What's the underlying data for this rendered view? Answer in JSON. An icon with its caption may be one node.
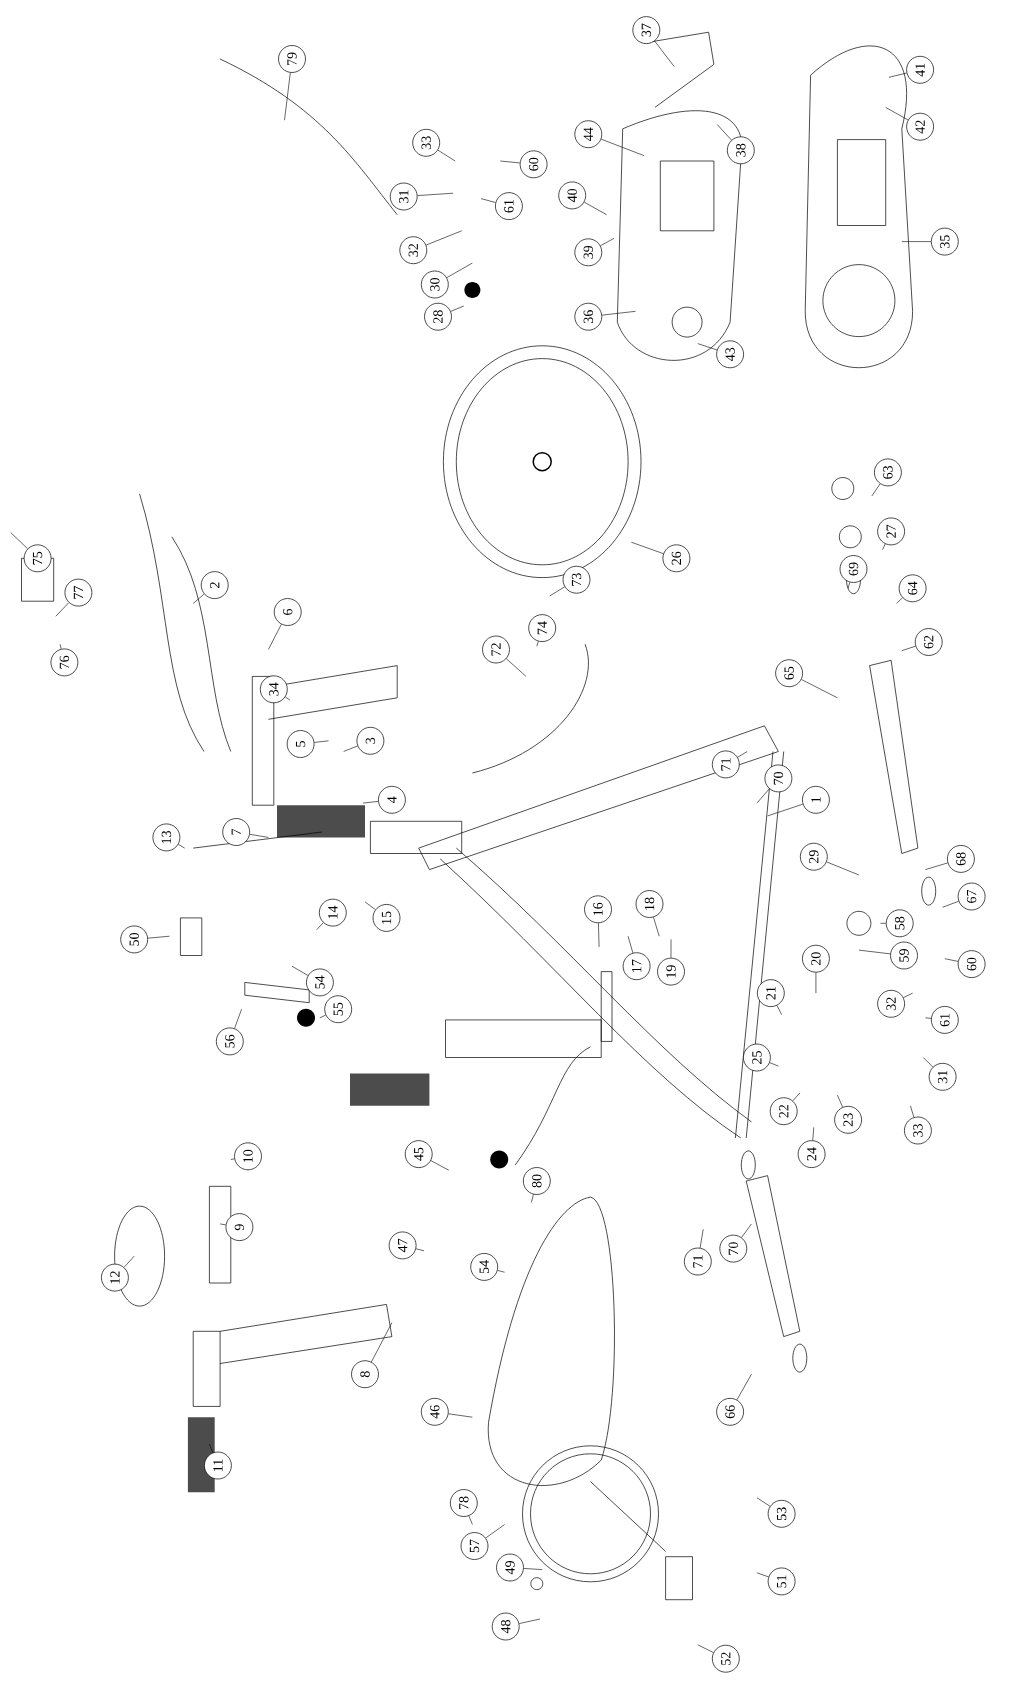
{
  "diagram": {
    "nodes": [
      {
        "text": [
          "37"
        ]
      },
      {
        "text": [
          "44"
        ]
      },
      {
        "text": [
          "38"
        ]
      },
      {
        "text": [
          "41"
        ]
      },
      {
        "text": [
          "42"
        ]
      },
      {
        "text": [
          "40"
        ]
      },
      {
        "text": [
          "39"
        ]
      },
      {
        "text": [
          "35"
        ]
      },
      {
        "text": [
          "36"
        ]
      },
      {
        "text": [
          "43"
        ]
      },
      {
        "text": [
          "33"
        ]
      },
      {
        "text": [
          "60"
        ]
      },
      {
        "text": [
          "31"
        ]
      },
      {
        "text": [
          "61"
        ]
      },
      {
        "text": [
          "32"
        ]
      },
      {
        "text": [
          "30"
        ]
      },
      {
        "text": [
          "28"
        ]
      },
      {
        "text": [
          "26"
        ]
      },
      {
        "text": [
          "79"
        ]
      },
      {
        "text": [
          "75"
        ]
      },
      {
        "text": [
          "77"
        ]
      },
      {
        "text": [
          "2"
        ]
      },
      {
        "text": [
          "76"
        ]
      },
      {
        "text": [
          "6"
        ]
      },
      {
        "text": [
          "34"
        ]
      },
      {
        "text": [
          "5"
        ]
      },
      {
        "text": [
          "3"
        ]
      },
      {
        "text": [
          "73"
        ]
      },
      {
        "text": [
          "74"
        ]
      },
      {
        "text": [
          "72"
        ]
      },
      {
        "text": [
          "69"
        ]
      },
      {
        "text": [
          "63"
        ]
      },
      {
        "text": [
          "27"
        ]
      },
      {
        "text": [
          "64"
        ]
      },
      {
        "text": [
          "62"
        ]
      },
      {
        "text": [
          "65"
        ]
      },
      {
        "text": [
          "71"
        ]
      },
      {
        "text": [
          "70"
        ]
      },
      {
        "text": [
          "4"
        ]
      },
      {
        "text": [
          "7"
        ]
      },
      {
        "text": [
          "1"
        ]
      },
      {
        "text": [
          "13"
        ]
      },
      {
        "text": [
          "29"
        ]
      },
      {
        "text": [
          "68"
        ]
      },
      {
        "text": [
          "67"
        ]
      },
      {
        "text": [
          "14"
        ]
      },
      {
        "text": [
          "15"
        ]
      },
      {
        "text": [
          "16"
        ]
      },
      {
        "text": [
          "18"
        ]
      },
      {
        "text": [
          "17"
        ]
      },
      {
        "text": [
          "19"
        ]
      },
      {
        "text": [
          "58"
        ]
      },
      {
        "text": [
          "59"
        ]
      },
      {
        "text": [
          "60"
        ]
      },
      {
        "text": [
          "32"
        ]
      },
      {
        "text": [
          "61"
        ]
      },
      {
        "text": [
          "31"
        ]
      },
      {
        "text": [
          "33"
        ]
      },
      {
        "text": [
          "50"
        ]
      },
      {
        "text": [
          "54"
        ]
      },
      {
        "text": [
          "55"
        ]
      },
      {
        "text": [
          "56"
        ]
      },
      {
        "text": [
          "20"
        ]
      },
      {
        "text": [
          "21"
        ]
      },
      {
        "text": [
          "25"
        ]
      },
      {
        "text": [
          "22"
        ]
      },
      {
        "text": [
          "23"
        ]
      },
      {
        "text": [
          "24"
        ]
      },
      {
        "text": [
          "10"
        ]
      },
      {
        "text": [
          "9"
        ]
      },
      {
        "text": [
          "12"
        ]
      },
      {
        "text": [
          "45"
        ]
      },
      {
        "text": [
          "80"
        ]
      },
      {
        "text": [
          "47"
        ]
      },
      {
        "text": [
          "54"
        ]
      },
      {
        "text": [
          "70"
        ]
      },
      {
        "text": [
          "71"
        ]
      },
      {
        "text": [
          "66"
        ]
      },
      {
        "text": [
          "8"
        ]
      },
      {
        "text": [
          "11"
        ]
      },
      {
        "text": [
          "46"
        ]
      },
      {
        "text": [
          "78"
        ]
      },
      {
        "text": [
          "57"
        ]
      },
      {
        "text": [
          "53"
        ]
      },
      {
        "text": [
          "49"
        ]
      },
      {
        "text": [
          "51"
        ]
      },
      {
        "text": [
          "48"
        ]
      },
      {
        "text": [
          "52"
        ]
      }
    ],
    "edges": [
      {
        "from": 0,
        "to": null,
        "arrow": "none"
      },
      {
        "from": 1,
        "to": null,
        "arrow": "none"
      },
      {
        "from": 2,
        "to": null,
        "arrow": "none"
      },
      {
        "from": 3,
        "to": null,
        "arrow": "none"
      },
      {
        "from": 4,
        "to": null,
        "arrow": "none"
      },
      {
        "from": 5,
        "to": null,
        "arrow": "none"
      },
      {
        "from": 6,
        "to": null,
        "arrow": "none"
      },
      {
        "from": 7,
        "to": null,
        "arrow": "none"
      },
      {
        "from": 8,
        "to": null,
        "arrow": "none"
      },
      {
        "from": 9,
        "to": null,
        "arrow": "none"
      },
      {
        "from": 10,
        "to": null,
        "arrow": "none"
      },
      {
        "from": 11,
        "to": null,
        "arrow": "none"
      },
      {
        "from": 12,
        "to": null,
        "arrow": "none"
      },
      {
        "from": 13,
        "to": null,
        "arrow": "none"
      },
      {
        "from": 14,
        "to": null,
        "arrow": "none"
      },
      {
        "from": 15,
        "to": null,
        "arrow": "none"
      },
      {
        "from": 16,
        "to": null,
        "arrow": "none"
      },
      {
        "from": 17,
        "to": null,
        "arrow": "none"
      },
      {
        "from": 18,
        "to": null,
        "arrow": "none"
      },
      {
        "from": 19,
        "to": null,
        "arrow": "none"
      },
      {
        "from": 20,
        "to": null,
        "arrow": "none"
      },
      {
        "from": 21,
        "to": null,
        "arrow": "none"
      },
      {
        "from": 22,
        "to": null,
        "arrow": "none"
      },
      {
        "from": 23,
        "to": null,
        "arrow": "none"
      },
      {
        "from": 24,
        "to": null,
        "arrow": "none"
      },
      {
        "from": 25,
        "to": null,
        "arrow": "none"
      },
      {
        "from": 26,
        "to": null,
        "arrow": "none"
      },
      {
        "from": 27,
        "to": null,
        "arrow": "none"
      },
      {
        "from": 28,
        "to": null,
        "arrow": "none"
      },
      {
        "from": 29,
        "to": null,
        "arrow": "none"
      },
      {
        "from": 30,
        "to": null,
        "arrow": "none"
      },
      {
        "from": 31,
        "to": null,
        "arrow": "none"
      },
      {
        "from": 32,
        "to": null,
        "arrow": "none"
      },
      {
        "from": 33,
        "to": null,
        "arrow": "none"
      },
      {
        "from": 34,
        "to": null,
        "arrow": "none"
      },
      {
        "from": 35,
        "to": null,
        "arrow": "none"
      },
      {
        "from": 36,
        "to": null,
        "arrow": "none"
      },
      {
        "from": 37,
        "to": null,
        "arrow": "none"
      },
      {
        "from": 38,
        "to": null,
        "arrow": "none"
      },
      {
        "from": 39,
        "to": null,
        "arrow": "none"
      },
      {
        "from": 40,
        "to": null,
        "arrow": "none"
      },
      {
        "from": 41,
        "to": null,
        "arrow": "none"
      },
      {
        "from": 42,
        "to": null,
        "arrow": "none"
      },
      {
        "from": 43,
        "to": null,
        "arrow": "none"
      },
      {
        "from": 44,
        "to": null,
        "arrow": "none"
      },
      {
        "from": 45,
        "to": null,
        "arrow": "none"
      },
      {
        "from": 46,
        "to": null,
        "arrow": "none"
      },
      {
        "from": 47,
        "to": null,
        "arrow": "none"
      },
      {
        "from": 48,
        "to": null,
        "arrow": "none"
      },
      {
        "from": 49,
        "to": null,
        "arrow": "none"
      },
      {
        "from": 50,
        "to": null,
        "arrow": "none"
      },
      {
        "from": 51,
        "to": null,
        "arrow": "none"
      },
      {
        "from": 52,
        "to": null,
        "arrow": "none"
      },
      {
        "from": 53,
        "to": null,
        "arrow": "none"
      },
      {
        "from": 54,
        "to": null,
        "arrow": "none"
      },
      {
        "from": 55,
        "to": null,
        "arrow": "none"
      },
      {
        "from": 56,
        "to": null,
        "arrow": "none"
      },
      {
        "from": 57,
        "to": null,
        "arrow": "none"
      },
      {
        "from": 58,
        "to": null,
        "arrow": "none"
      },
      {
        "from": 59,
        "to": null,
        "arrow": "none"
      },
      {
        "from": 60,
        "to": null,
        "arrow": "none"
      },
      {
        "from": 61,
        "to": null,
        "arrow": "none"
      },
      {
        "from": 62,
        "to": null,
        "arrow": "none"
      },
      {
        "from": 63,
        "to": null,
        "arrow": "none"
      },
      {
        "from": 64,
        "to": null,
        "arrow": "none"
      },
      {
        "from": 65,
        "to": null,
        "arrow": "none"
      },
      {
        "from": 66,
        "to": null,
        "arrow": "none"
      },
      {
        "from": 67,
        "to": null,
        "arrow": "none"
      },
      {
        "from": 68,
        "to": null,
        "arrow": "none"
      },
      {
        "from": 69,
        "to": null,
        "arrow": "none"
      },
      {
        "from": 70,
        "to": null,
        "arrow": "none"
      },
      {
        "from": 71,
        "to": null,
        "arrow": "none"
      },
      {
        "from": 72,
        "to": null,
        "arrow": "none"
      },
      {
        "from": 73,
        "to": null,
        "arrow": "none"
      },
      {
        "from": 74,
        "to": null,
        "arrow": "none"
      },
      {
        "from": 75,
        "to": null,
        "arrow": "none"
      },
      {
        "from": 76,
        "to": null,
        "arrow": "none"
      },
      {
        "from": 77,
        "to": null,
        "arrow": "none"
      },
      {
        "from": 78,
        "to": null,
        "arrow": "none"
      },
      {
        "from": 79,
        "to": null,
        "arrow": "none"
      },
      {
        "from": 80,
        "to": null,
        "arrow": "none"
      },
      {
        "from": 81,
        "to": null,
        "arrow": "none"
      },
      {
        "from": 82,
        "to": null,
        "arrow": "none"
      },
      {
        "from": 83,
        "to": null,
        "arrow": "none"
      },
      {
        "from": 84,
        "to": null,
        "arrow": "none"
      },
      {
        "from": 85,
        "to": null,
        "arrow": "none"
      },
      {
        "from": 86,
        "to": null,
        "arrow": "none"
      },
      {
        "from": 87,
        "to": null,
        "arrow": "none"
      }
    ]
  }
}
